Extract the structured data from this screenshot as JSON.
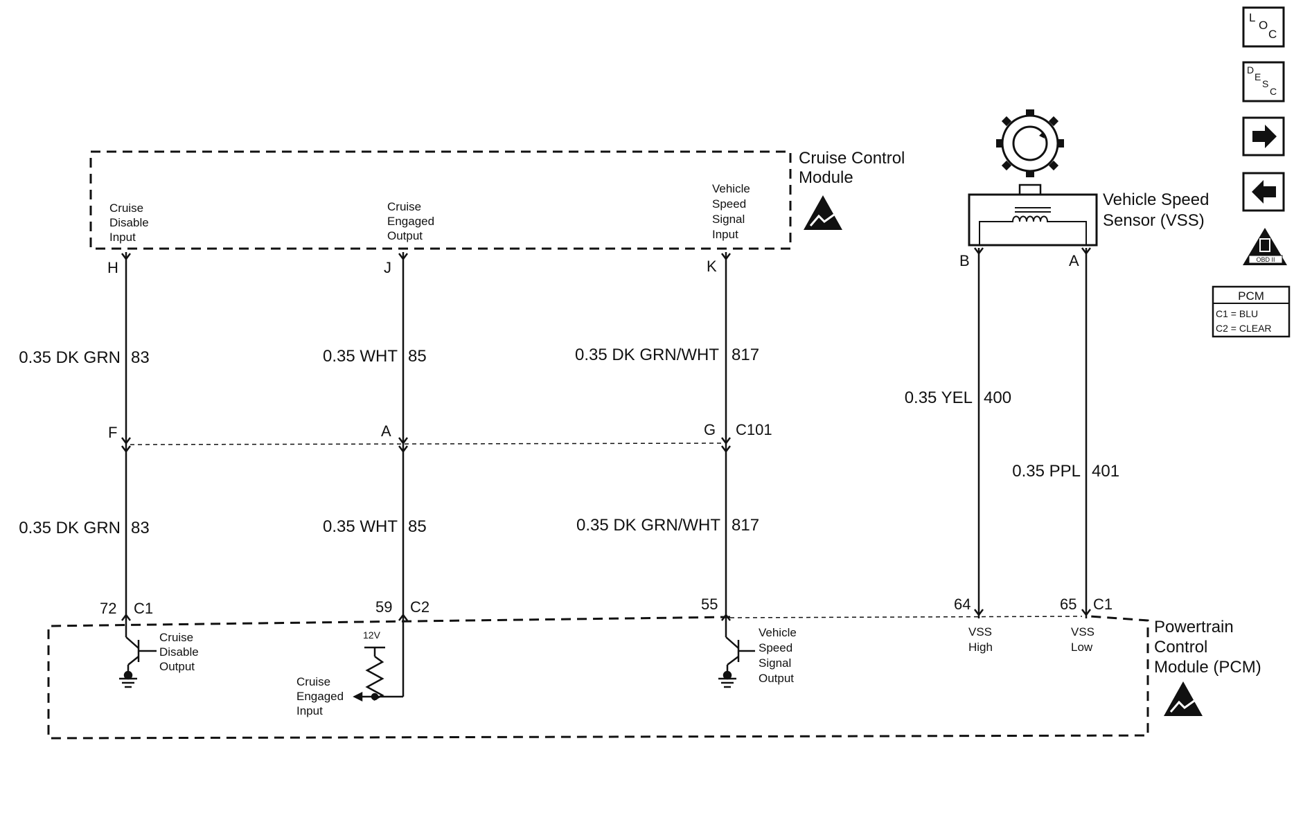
{
  "modules": {
    "cruise": {
      "name_line1": "Cruise Control",
      "name_line2": "Module"
    },
    "vss": {
      "name_line1": "Vehicle Speed",
      "name_line2": "Sensor (VSS)"
    },
    "pcm": {
      "name_line1": "Powertrain",
      "name_line2": "Control",
      "name_line3": "Module (PCM)"
    }
  },
  "cruise_inputs": {
    "disable": [
      "Cruise",
      "Disable",
      "Input"
    ],
    "engaged": [
      "Cruise",
      "Engaged",
      "Output"
    ],
    "vss": [
      "Vehicle",
      "Speed",
      "Signal",
      "Input"
    ]
  },
  "pcm_labels": {
    "disable_out": [
      "Cruise",
      "Disable",
      "Output"
    ],
    "engaged_in": [
      "Cruise",
      "Engaged",
      "Input"
    ],
    "vss_out": [
      "Vehicle",
      "Speed",
      "Signal",
      "Output"
    ],
    "vss_high": [
      "VSS",
      "High"
    ],
    "vss_low": [
      "VSS",
      "Low"
    ],
    "voltage": "12V"
  },
  "pins": {
    "H": "H",
    "J": "J",
    "K": "K",
    "B": "B",
    "A_vss": "A",
    "F": "F",
    "A_conn": "A",
    "G": "G",
    "C101": "C101",
    "p72": "72",
    "p59": "59",
    "p55": "55",
    "p64": "64",
    "p65": "65",
    "C1_a": "C1",
    "C2": "C2",
    "C1_b": "C1"
  },
  "wires": {
    "w1_top": {
      "color": "0.35 DK GRN",
      "circuit": "83"
    },
    "w2_top": {
      "color": "0.35 WHT",
      "circuit": "85"
    },
    "w3_top": {
      "color": "0.35 DK GRN/WHT",
      "circuit": "817"
    },
    "w1_bot": {
      "color": "0.35 DK GRN",
      "circuit": "83"
    },
    "w2_bot": {
      "color": "0.35 WHT",
      "circuit": "85"
    },
    "w3_bot": {
      "color": "0.35 DK GRN/WHT",
      "circuit": "817"
    },
    "vss_b": {
      "color": "0.35 YEL",
      "circuit": "400"
    },
    "vss_a": {
      "color": "0.35 PPL",
      "circuit": "401"
    }
  },
  "side_buttons": {
    "loc": {
      "l1": "L",
      "l2": "O",
      "l3": "C"
    },
    "desc": {
      "l1": "D",
      "l2": "E",
      "l3": "S",
      "l4": "C"
    },
    "next_icon": "arrow-right-icon",
    "prev_icon": "arrow-left-icon",
    "obd": "OBD II"
  },
  "pcm_legend": {
    "title": "PCM",
    "row1": "C1 = BLU",
    "row2": "C2 = CLEAR"
  }
}
